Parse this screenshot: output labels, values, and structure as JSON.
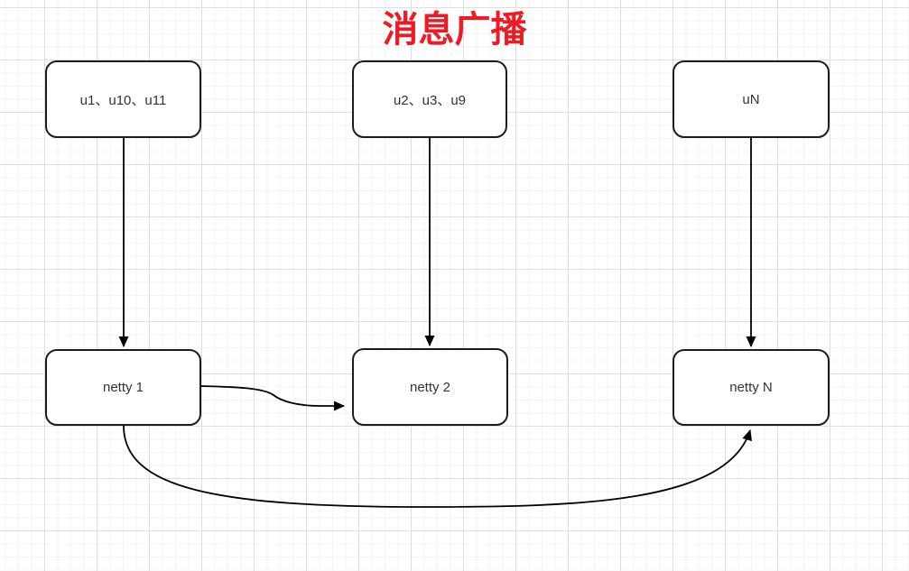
{
  "diagram": {
    "title": "消息广播",
    "nodes": [
      {
        "id": "user-group-1",
        "label": "u1、u10、u11"
      },
      {
        "id": "user-group-2",
        "label": "u2、u3、u9"
      },
      {
        "id": "user-group-n",
        "label": "uN"
      },
      {
        "id": "netty-1",
        "label": "netty 1"
      },
      {
        "id": "netty-2",
        "label": "netty 2"
      },
      {
        "id": "netty-n",
        "label": "netty N"
      }
    ],
    "edges": [
      {
        "from": "user-group-1",
        "to": "netty-1",
        "style": "straight-vertical-arrow"
      },
      {
        "from": "user-group-2",
        "to": "netty-2",
        "style": "straight-vertical-arrow"
      },
      {
        "from": "user-group-n",
        "to": "netty-n",
        "style": "straight-vertical-arrow"
      },
      {
        "from": "netty-1",
        "to": "netty-2",
        "style": "s-curve-arrow"
      },
      {
        "from": "netty-1",
        "to": "netty-n",
        "style": "long-swoop-arrow"
      }
    ],
    "colors": {
      "title": "#ed1c24",
      "node_fill": "#ffffff",
      "node_border": "#000000",
      "edge": "#000000",
      "background": "#ffffff",
      "grid_minor": "#f5f3f3",
      "grid_major": "#dfdddd"
    }
  }
}
